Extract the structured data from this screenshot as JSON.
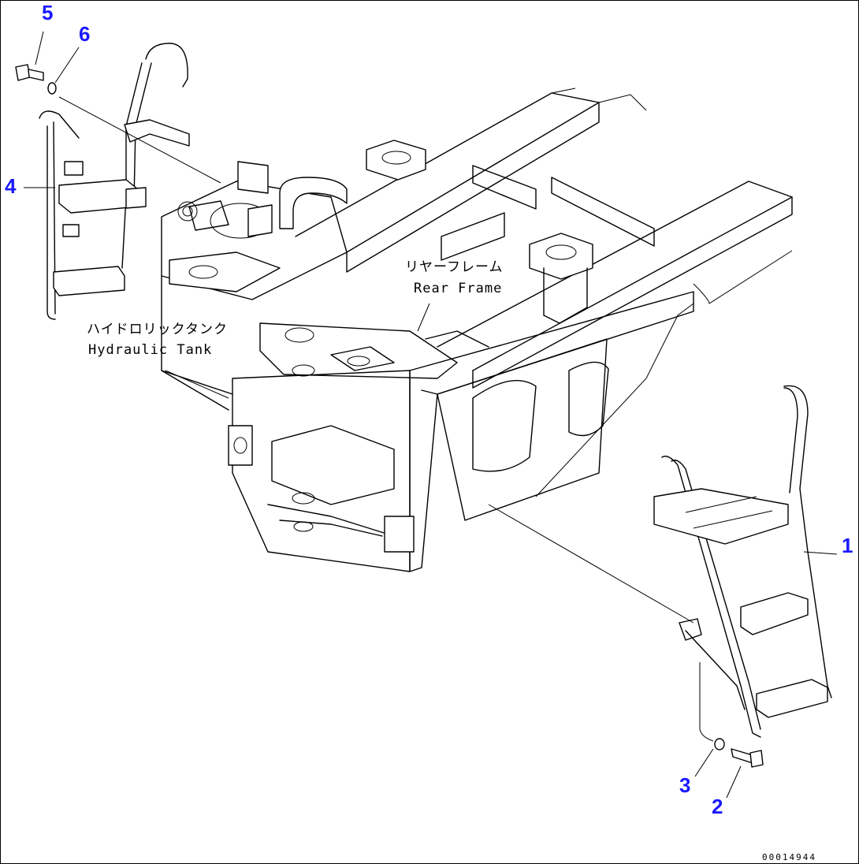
{
  "diagram": {
    "callouts": [
      {
        "id": "1",
        "label": "1"
      },
      {
        "id": "2",
        "label": "2"
      },
      {
        "id": "3",
        "label": "3"
      },
      {
        "id": "4",
        "label": "4"
      },
      {
        "id": "5",
        "label": "5"
      },
      {
        "id": "6",
        "label": "6"
      }
    ],
    "labels": {
      "hydraulic_tank_jp": "ハイドロリックタンク",
      "hydraulic_tank_en": "Hydraulic Tank",
      "rear_frame_jp": "リヤーフレーム",
      "rear_frame_en": "Rear Frame"
    },
    "drawing_number": "00014944",
    "colors": {
      "callout": "#1a1aff",
      "line": "#000000",
      "background": "#ffffff"
    }
  }
}
